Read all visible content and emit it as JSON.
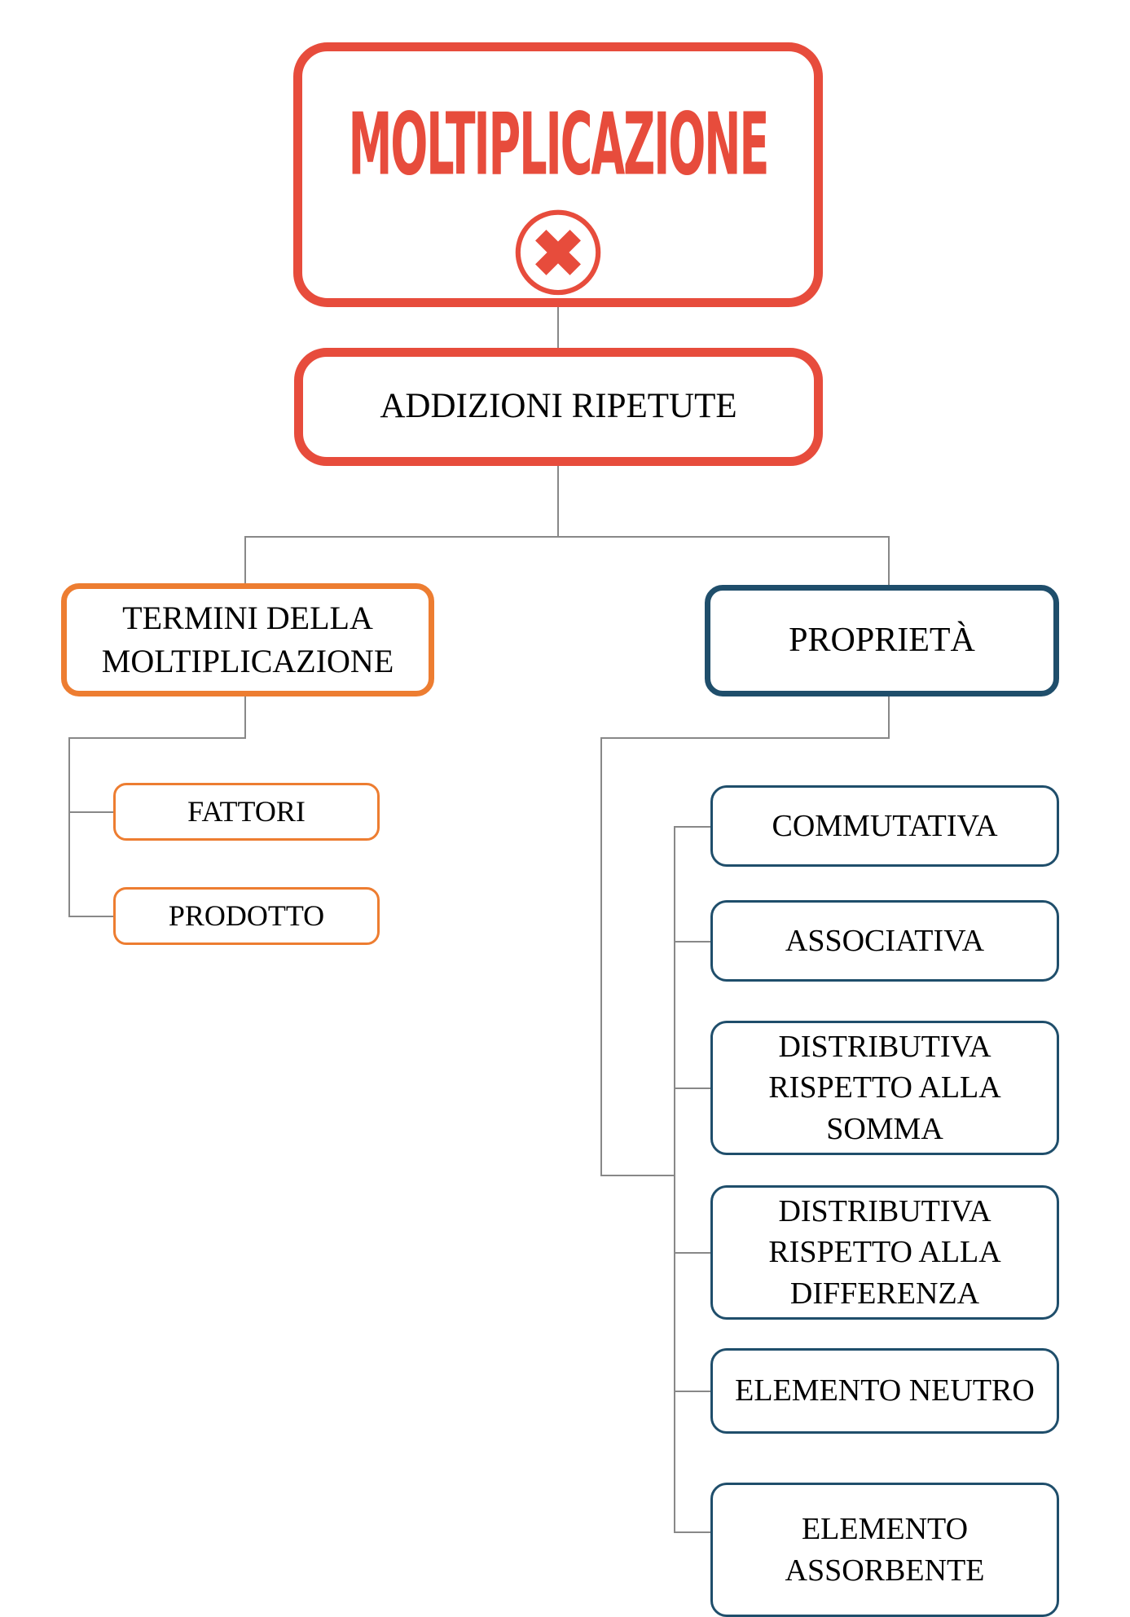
{
  "diagram": {
    "title": {
      "label": "MOLTIPLICAZIONE",
      "icon": "multiplication-x-icon"
    },
    "nodes": {
      "addizioni": "ADDIZIONI RIPETUTE",
      "termini": "TERMINI DELLA MOLTIPLICAZIONE",
      "proprieta": "PROPRIETÀ",
      "fattori": "FATTORI",
      "prodotto": "PRODOTTO",
      "commutativa": "COMMUTATIVA",
      "associativa": "ASSOCIATIVA",
      "distributiva_somma": "DISTRIBUTIVA RISPETTO ALLA SOMMA",
      "distributiva_differenza": "DISTRIBUTIVA RISPETTO ALLA DIFFERENZA",
      "elemento_neutro": "ELEMENTO NEUTRO",
      "elemento_assorbente": "ELEMENTO ASSORBENTE"
    },
    "colors": {
      "red": "#E74C3C",
      "orange": "#ED7D31",
      "blue": "#1F4E6B",
      "connector": "#888888"
    }
  }
}
